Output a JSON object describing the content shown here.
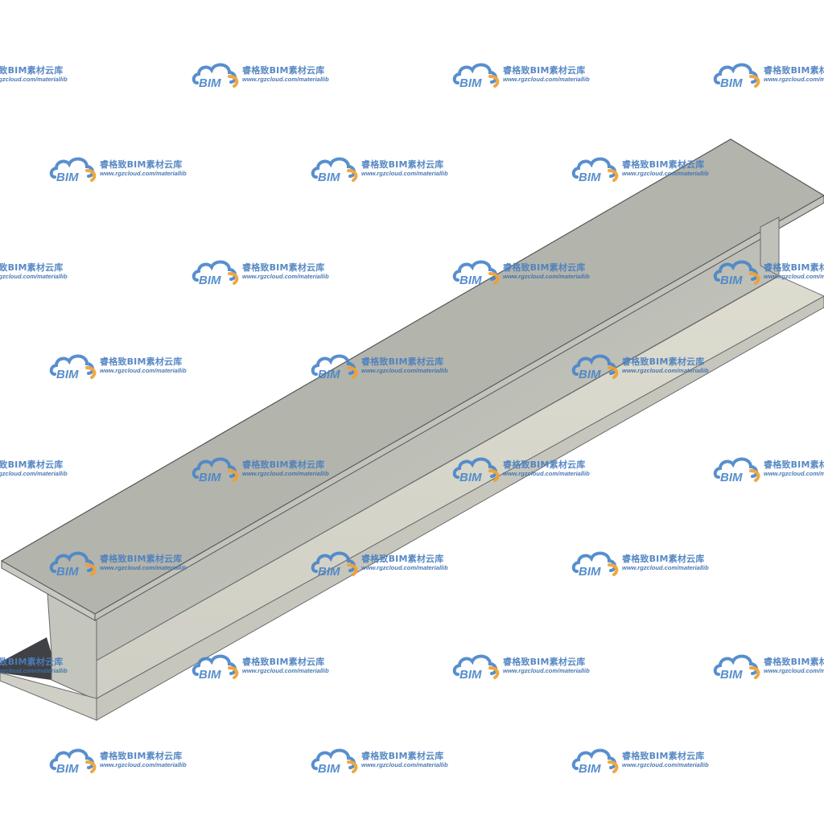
{
  "scene": {
    "subject": "steel-h-beam",
    "background_color": "#ffffff",
    "beam_colors": {
      "flange_top": "#b4b5ad",
      "flange_edge": "#c5c6bf",
      "web_face": "#cdcdc4",
      "underside": "#d8d7cc",
      "shadow": "#3f4144",
      "outline": "#55575a"
    }
  },
  "watermark": {
    "logo_text": "BIM",
    "brand_text": "睿格致BIM素材云库",
    "url_text": "www.rgzcloud.com/materiallib",
    "logo_colors": {
      "cloud": "#4a86c9",
      "swoosh": "#f0a030"
    }
  }
}
